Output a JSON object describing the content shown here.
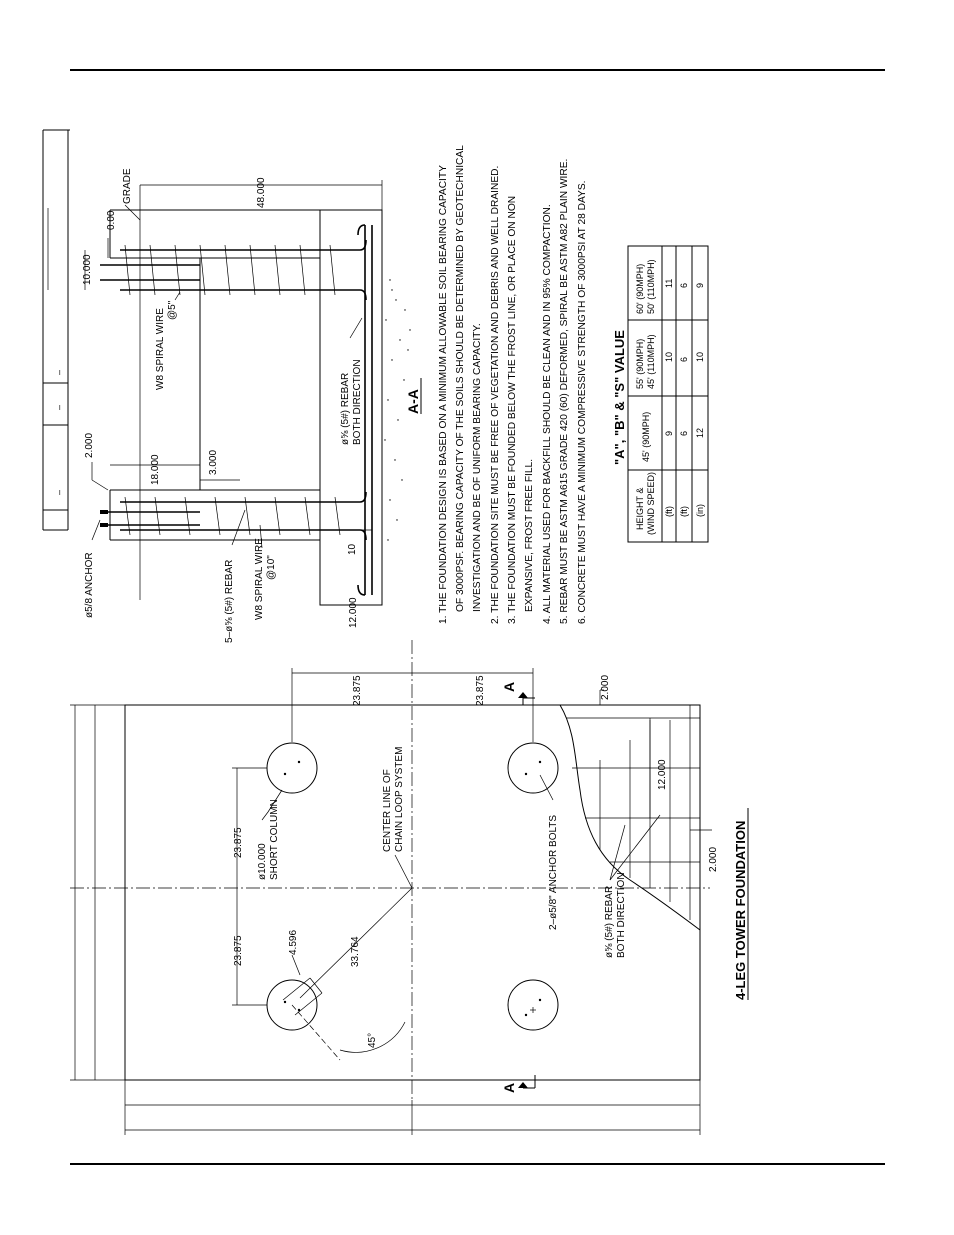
{
  "plan_labels": {
    "dim_top_left": "23.875",
    "dim_top_right": "23.875",
    "dim_side_upper": "23.875",
    "dim_side_lower": "23.875",
    "short_column_size": "ø10.000",
    "short_column_text": "SHORT COLUMN",
    "center_line_1": "CENTER LINE OF",
    "center_line_2": "CHAIN LOOP SYSTEM",
    "dim_4596": "4.596",
    "dim_33764": "33.764",
    "angle_45": "45°",
    "anchor_bolts": "2–ø5/8\" ANCHOR BOLTS",
    "rebar_1": "ø⅝ (5#) REBAR",
    "rebar_2": "BOTH DIRECTION",
    "dim_12000": "12.000",
    "dim_2000_a": "2.000",
    "dim_2000_b": "2.000",
    "section_mark": "A",
    "title": "4-LEG TOWER FOUNDATION"
  },
  "section_labels": {
    "dim_48000": "48.000",
    "grade": "GRADE",
    "dim_000": "0.00",
    "dim_10000_top": "10.000",
    "spiral_top_1": "W8 SPIRAL WIRE",
    "spiral_top_2": "@5\"",
    "rebar_1": "ø⅝ (5#) REBAR",
    "rebar_2": "BOTH DIRECTION",
    "section_title": "A-A",
    "dim_2000": "2.000",
    "dim_18000": "18.000",
    "dim_3000": "3.000",
    "anchor": "ø5/8 ANCHOR",
    "rebar_5": "5–ø⅝ (5#) REBAR",
    "spiral_bot_1": "W8 SPIRAL WIRE",
    "spiral_bot_2": "@10\"",
    "dim_10": "10",
    "dim_12000": "12.000"
  },
  "notes": [
    "1. THE FOUNDATION DESIGN IS BASED ON A MINIMUM ALLOWABLE SOIL BEARING CAPACITY",
    "OF 3000PSF. BEARING CAPACITY OF THE SOILS SHOULD BE DETERMINED BY GEOTECHNICAL",
    "INVESTIGATION AND BE OF UNIFORM BEARING CAPACITY.",
    "2. THE FOUNDATION SITE MUST BE FREE OF VEGETATION AND DEBRIS AND WELL DRAINED.",
    "3. THE FOUNDATION MUST BE FOUNDED BELOW THE FROST LINE, OR PLACE ON NON",
    "EXPANSIVE, FROST FREE FILL.",
    "4. ALL MATERIAL USED FOR BACKFILL SHOULD BE CLEAN AND IN 95% COMPACTION.",
    "5. REBAR MUST BE ASTM A615 GRADE 420 (60) DEFORMED, SPIRAL BE ASTM A82 PLAIN WIRE.",
    "6. CONCRETE MUST HAVE A MINIMUM COMPRESSIVE STRENGTH OF 3000PSI AT 28 DAYS."
  ],
  "table": {
    "title": "\"A\", \"B\" & \"S\" VALUE",
    "header": [
      [
        "HEIGHT &",
        "(WIND SPEED)"
      ],
      [
        "45' (90MPH)"
      ],
      [
        "55' (90MPH)",
        "45' (110MPH)"
      ],
      [
        "60' (90MPH)",
        "50' (110MPH)"
      ]
    ],
    "rows": [
      [
        "(ft)",
        "9",
        "10",
        "11"
      ],
      [
        "(ft)",
        "6",
        "6",
        "6"
      ],
      [
        "(in)",
        "12",
        "10",
        "9"
      ]
    ]
  },
  "title_block": {
    "label_a": "–",
    "label_b": "–",
    "label_c": "–"
  }
}
